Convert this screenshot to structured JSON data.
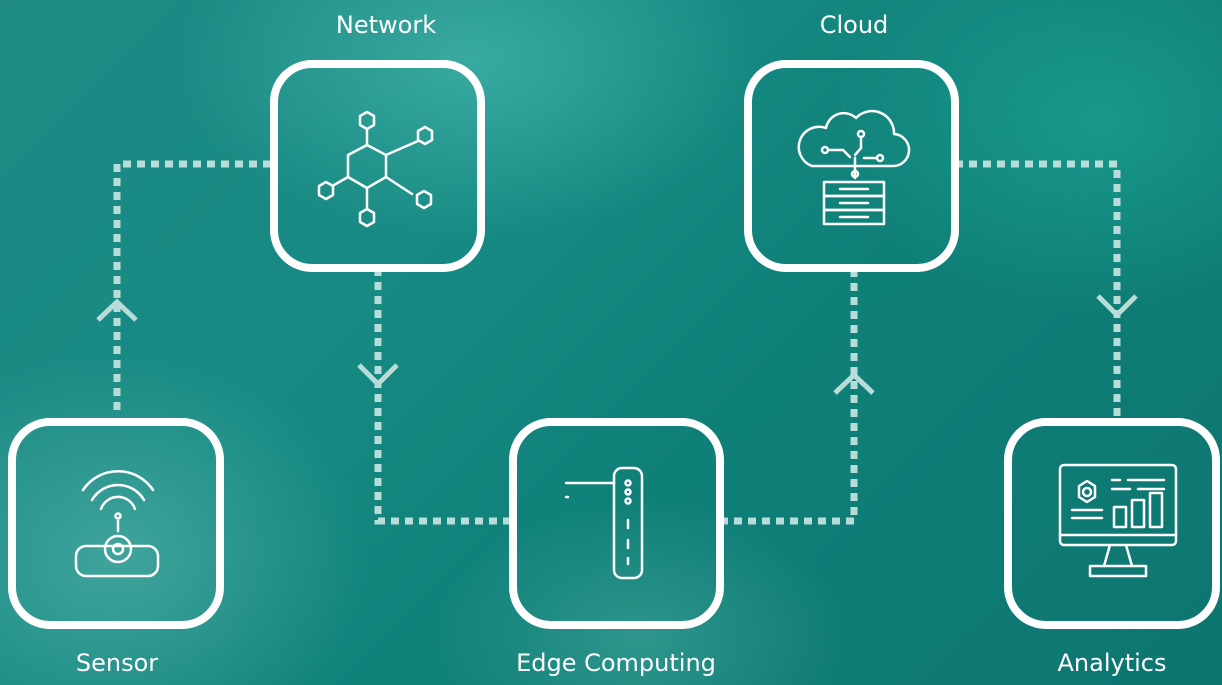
{
  "nodes": {
    "sensor": {
      "label": "Sensor",
      "icon": "wifi-router-icon"
    },
    "network": {
      "label": "Network",
      "icon": "hexagon-network-icon"
    },
    "edge": {
      "label": "Edge Computing",
      "icon": "edge-server-icon"
    },
    "cloud": {
      "label": "Cloud",
      "icon": "cloud-database-icon"
    },
    "analytics": {
      "label": "Analytics",
      "icon": "monitor-dashboard-icon"
    }
  },
  "flow": [
    "Sensor",
    "Network",
    "Edge Computing",
    "Cloud",
    "Analytics"
  ],
  "colors": {
    "node_outline": "#ffffff",
    "connector": "#b8dcd8",
    "background": "#168a83"
  }
}
